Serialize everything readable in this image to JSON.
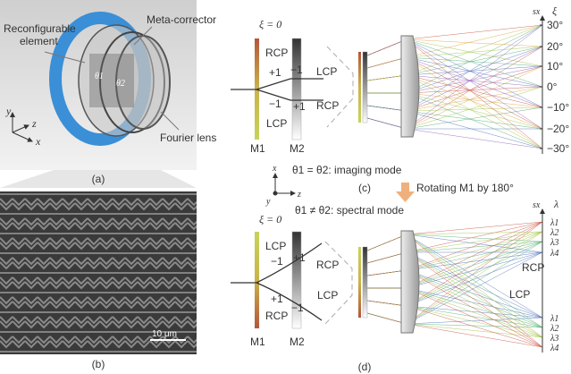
{
  "panel_a": {
    "caption": "(a)",
    "reconfigurable": [
      "Reconfigurable",
      "element"
    ],
    "meta_corrector": "Meta-corrector",
    "fourier_lens": "Fourier lens",
    "theta1": "θ1",
    "theta2": "θ2",
    "axes": {
      "x": "x",
      "y": "y",
      "z": "z"
    },
    "ring_color": "#3a8fd6"
  },
  "panel_b": {
    "caption": "(b)",
    "scale_bar": "10 μm"
  },
  "panel_c": {
    "caption": "(c)",
    "xi0": "ξ = 0",
    "rcp_top": "RCP",
    "plus1": "+1",
    "minus1_m2": "−1",
    "lcp_out": "LCP",
    "minus1": "−1",
    "plus1_m2": "+1",
    "rcp_out": "RCP",
    "lcp_bottom": "LCP",
    "m1": "M1",
    "m2": "M2",
    "axis_sx": "sx",
    "axis_xi": "ξ",
    "ticks": [
      "30°",
      "20°",
      "10°",
      "0°",
      "−10°",
      "−20°",
      "−30°"
    ],
    "mode": "θ1 = θ2: imaging mode"
  },
  "transition": {
    "label": "Rotating M1 by 180°",
    "arrow_color": "#f0b07c",
    "axes": {
      "x": "x",
      "y": "y",
      "z": "z"
    }
  },
  "panel_d": {
    "caption": "(d)",
    "xi0": "ξ = 0",
    "lcp_top": "LCP",
    "minus1": "−1",
    "plus1_m2": "+1",
    "rcp_out": "RCP",
    "plus1": "+1",
    "rcp_bottom": "RCP",
    "minus1_m2": "−1",
    "lcp_out": "LCP",
    "m1": "M1",
    "m2": "M2",
    "axis_sx": "sx",
    "axis_lambda": "λ",
    "lambda_top": [
      "λ4",
      "λ3",
      "λ2",
      "λ1"
    ],
    "lambda_bottom": [
      "λ1",
      "λ2",
      "λ3",
      "λ4"
    ],
    "rcp_label": "RCP",
    "lcp_label": "LCP",
    "mode": "θ1 ≠ θ2: spectral mode"
  },
  "ray_colors": [
    "#c84a3a",
    "#d9a23a",
    "#9bbf3a",
    "#4aa86a",
    "#4a6ab8",
    "#8a5ab0"
  ]
}
